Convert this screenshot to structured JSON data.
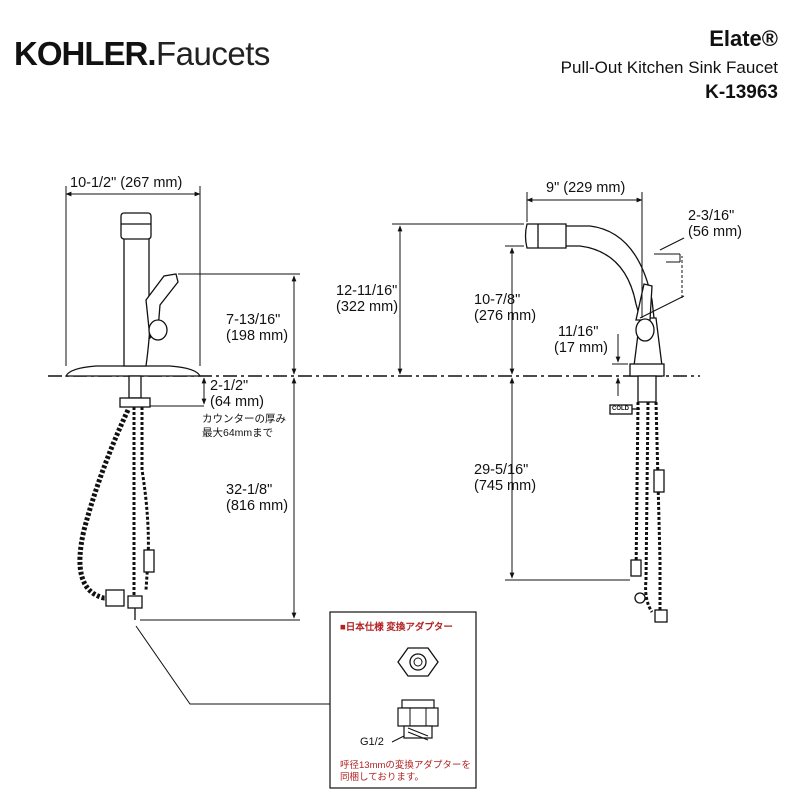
{
  "header": {
    "brand": "KOHLER",
    "brand_suffix": "Faucets",
    "product_name": "Elate®",
    "product_type": "Pull-Out Kitchen Sink Faucet",
    "model": "K-13963"
  },
  "dimensions": {
    "base_width": "10-1/2\" (267 mm)",
    "handle_height_in": "7-13/16\"",
    "handle_height_mm": "(198 mm)",
    "below_counter_in": "2-1/2\"",
    "below_counter_mm": "(64 mm)",
    "total_below_in": "32-1/8\"",
    "total_below_mm": "(816 mm)",
    "overall_height_in": "12-11/16\"",
    "overall_height_mm": "(322 mm)",
    "spout_height_in": "10-7/8\"",
    "spout_height_mm": "(276 mm)",
    "base_height_in": "11/16\"",
    "base_height_mm": "(17 mm)",
    "reach": "9\" (229 mm)",
    "spray_head_in": "2-3/16\"",
    "spray_head_mm": "(56 mm)",
    "hose_length_in": "29-5/16\"",
    "hose_length_mm": "(745 mm)"
  },
  "notes": {
    "counter_thickness_line1": "カウンターの厚み",
    "counter_thickness_line2": "最大64mmまで",
    "cold_label": "COLD",
    "inset_title": "■日本仕様 変換アダプター",
    "thread_label": "G1/2",
    "adapter_note_line1": "呼径13mmの変換アダプターを",
    "adapter_note_line2": "同梱しております。"
  }
}
